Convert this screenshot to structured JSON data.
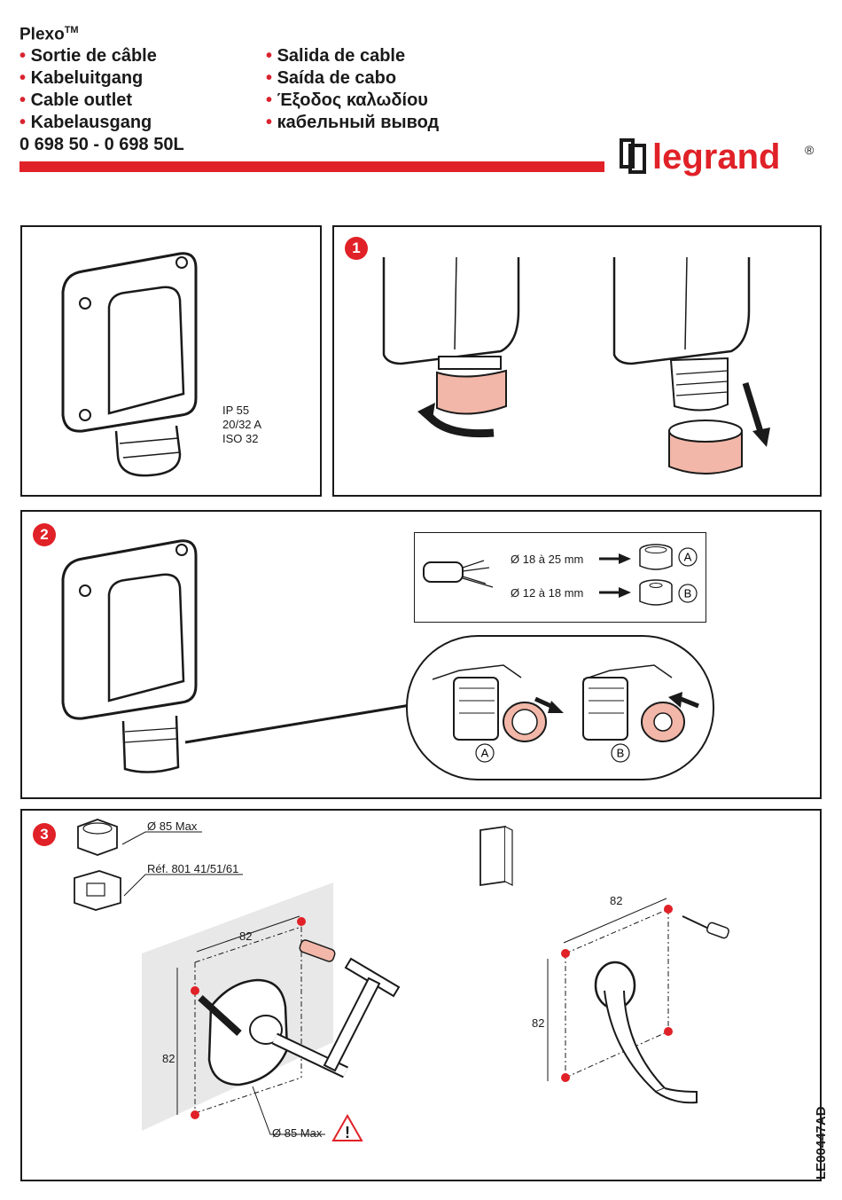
{
  "header": {
    "brand": "Plexo",
    "brand_tm": "TM",
    "titles_left": [
      "Sortie de câble",
      "Kabeluitgang",
      "Cable outlet",
      "Kabelausgang"
    ],
    "titles_right": [
      "Salida de cable",
      "Saída de cabo",
      "Έξοδος καλωδίου",
      "кабельный вывод"
    ],
    "references": "0 698 50 - 0 698 50L",
    "logo_text": "legrand",
    "logo_mark": "®"
  },
  "panel_intro": {
    "specs": [
      "IP 55",
      "20/32 A",
      "ISO 32"
    ]
  },
  "step1": {
    "number": "1"
  },
  "step2": {
    "number": "2",
    "option_a_dim": "Ø 18 à 25 mm",
    "option_b_dim": "Ø 12 à 18 mm",
    "label_a": "A",
    "label_b": "B"
  },
  "step3": {
    "number": "3",
    "box_max": "Ø 85 Max",
    "ref": "Réf. 801 41/51/61",
    "dim_h": "82",
    "dim_v": "82",
    "bottom_max": "Ø 85 Max",
    "dim_h2": "82",
    "dim_v2": "82",
    "warning": "!"
  },
  "doc_code": "LE00447AD",
  "colors": {
    "accent": "#e02127",
    "salmon": "#f2b7a8",
    "outline": "#1a1a1a"
  }
}
